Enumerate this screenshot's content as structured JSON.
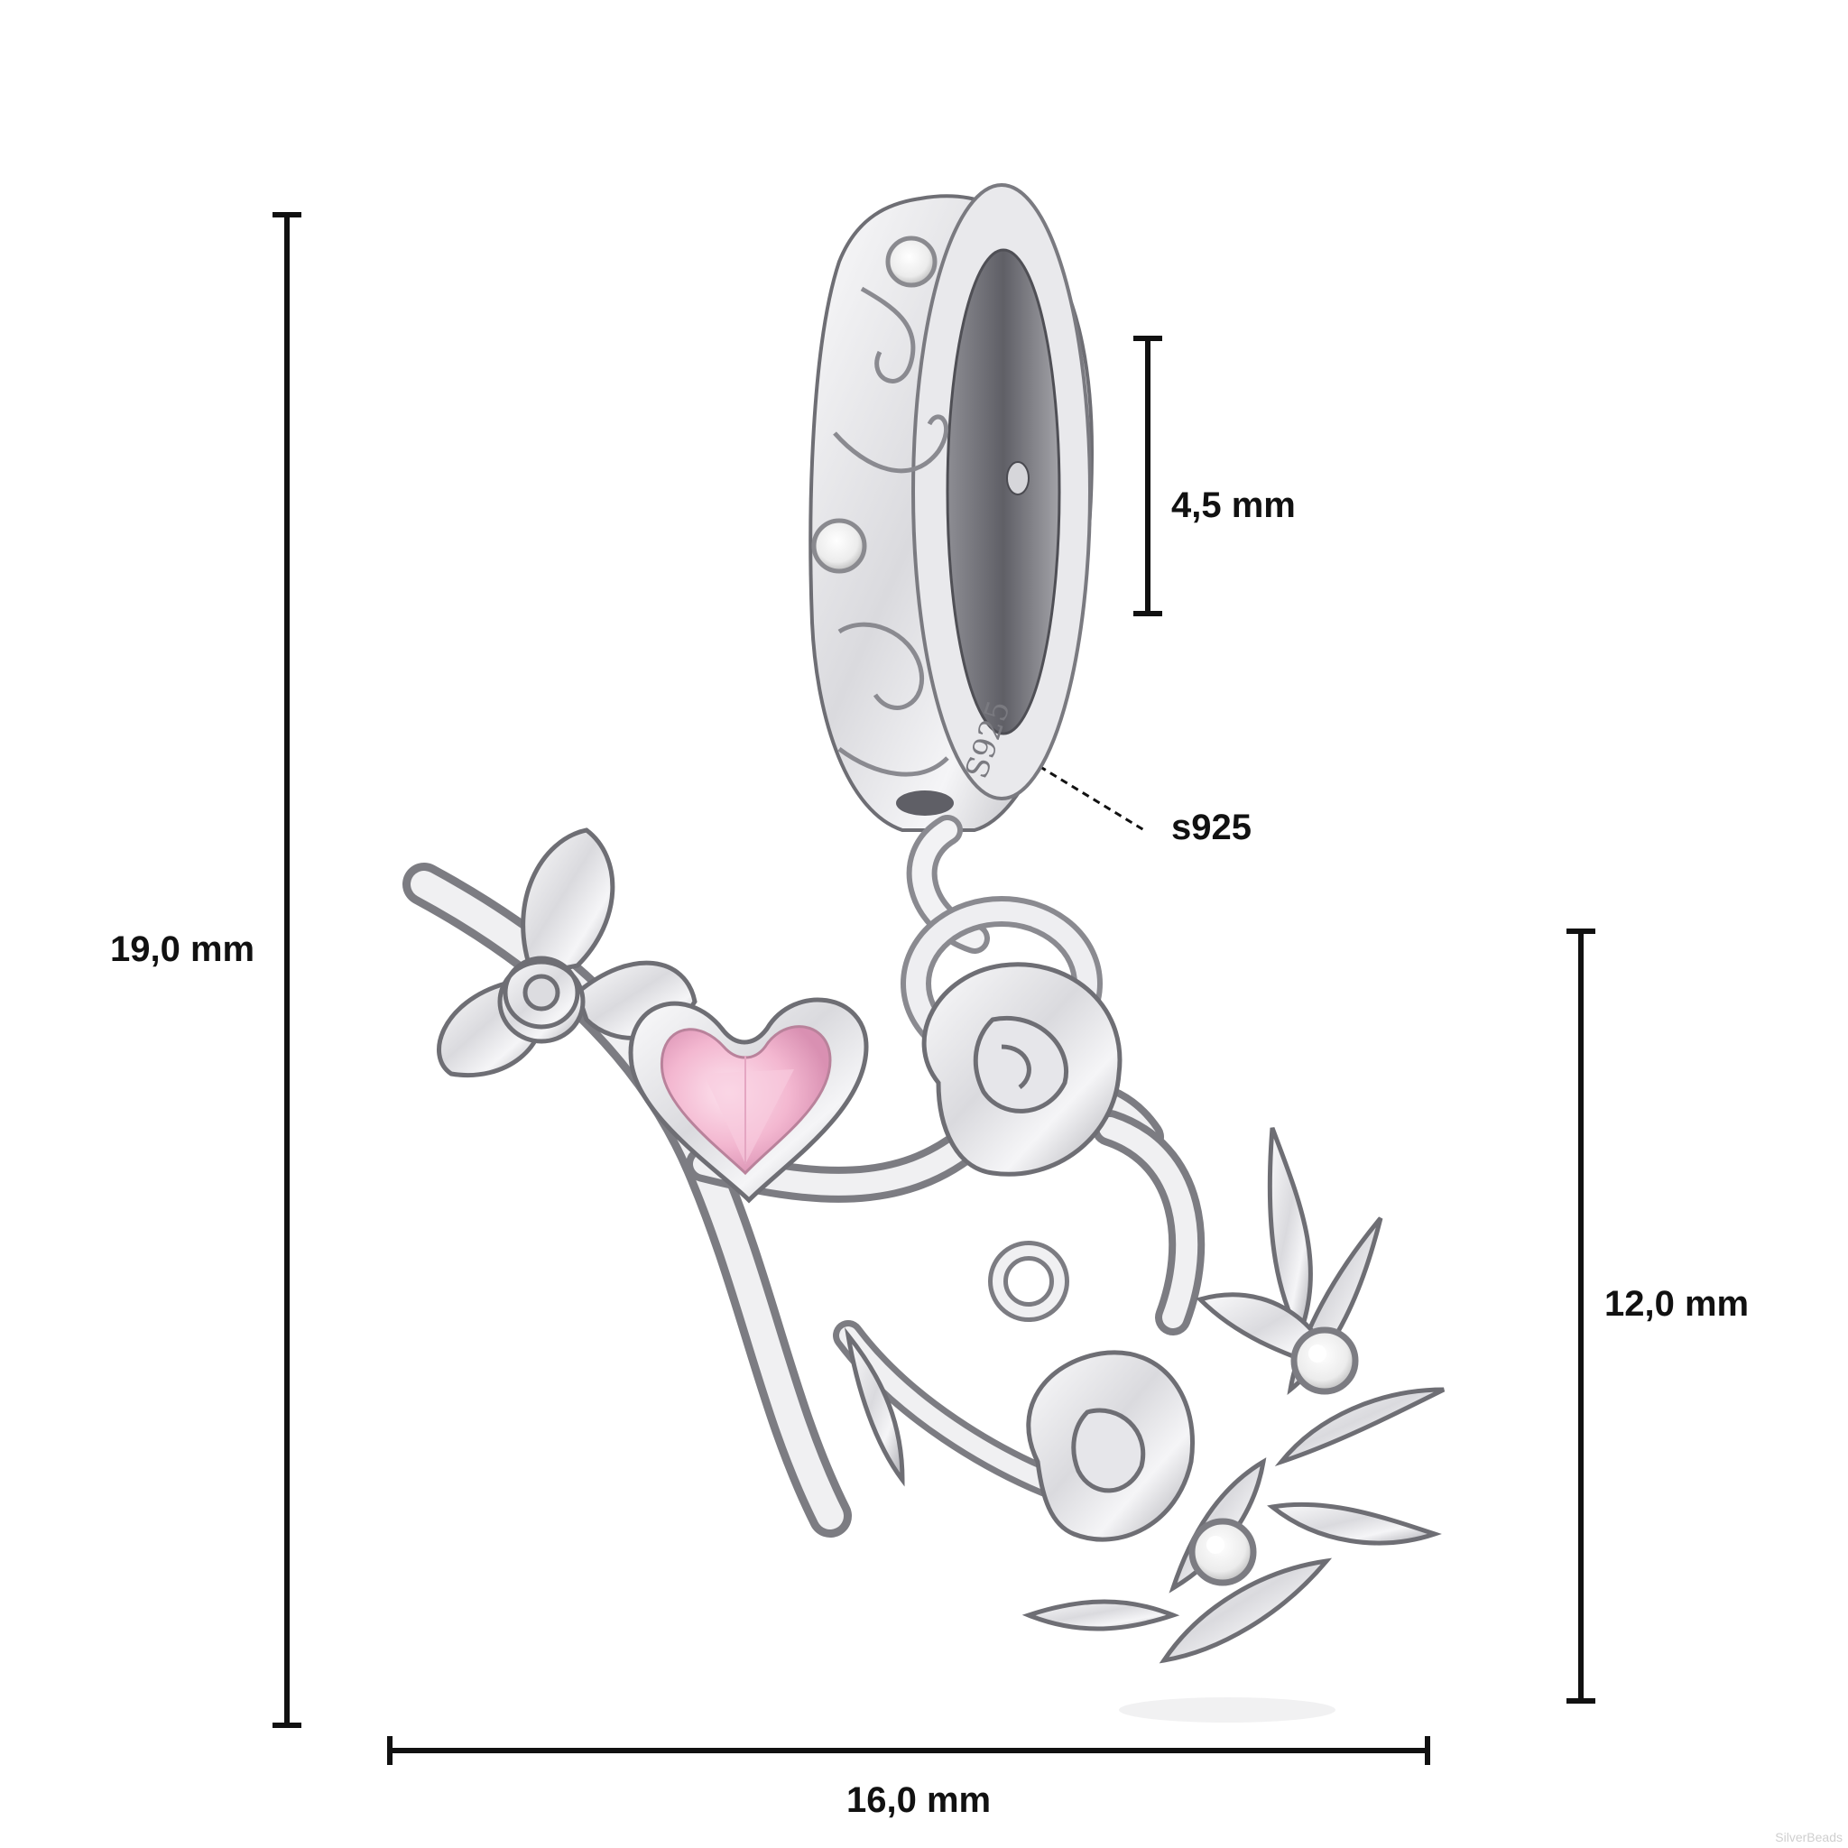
{
  "dimensions": {
    "total_height": "19,0 mm",
    "bail_inner_diameter": "4,5 mm",
    "pendant_height": "12,0 mm",
    "total_width": "16,0 mm"
  },
  "callouts": {
    "stamp": "s925"
  },
  "engraving": "S925",
  "watermark": "SilverBeads",
  "colors": {
    "silver_light": "#f2f2f4",
    "silver_mid": "#c8c8cc",
    "silver_dark": "#6e6e74",
    "pink_stone": "#f0b8d0",
    "cz_stone": "#f7f7f7",
    "dimension_line": "#111111"
  }
}
